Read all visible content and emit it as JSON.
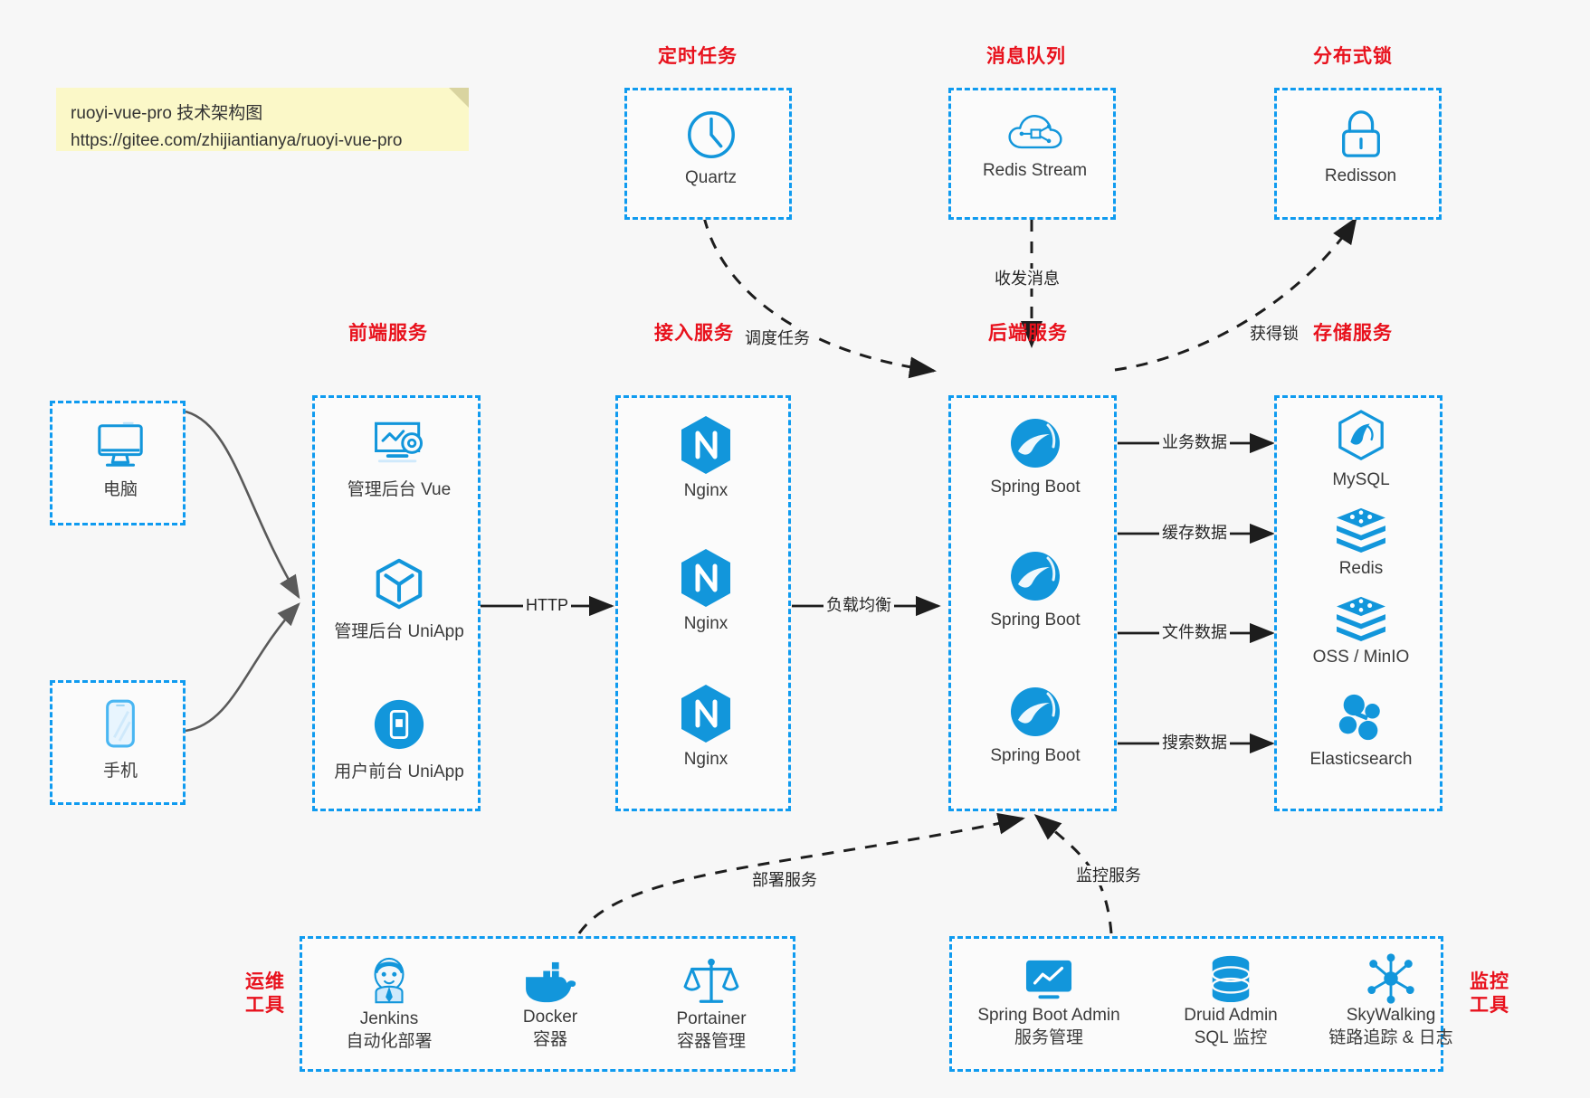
{
  "note": {
    "line1": "ruoyi-vue-pro 技术架构图",
    "line2": "https://gitee.com/zhijiantianya/ruoyi-vue-pro"
  },
  "colors": {
    "accent_blue": "#0f9bf0",
    "title_red": "#e8111c",
    "icon_blue": "#1296db",
    "edge_gray": "#5a5a5a",
    "edge_black": "#222222",
    "note_yellow": "#fbf8c8",
    "canvas": "#f7f7f7"
  },
  "groups": {
    "scheduler": {
      "title": "定时任务"
    },
    "mq": {
      "title": "消息队列"
    },
    "lock": {
      "title": "分布式锁"
    },
    "frontend": {
      "title": "前端服务"
    },
    "gateway": {
      "title": "接入服务"
    },
    "backend": {
      "title": "后端服务"
    },
    "storage": {
      "title": "存储服务"
    },
    "devops": {
      "title": "运维\n工具",
      "title_l1": "运维",
      "title_l2": "工具"
    },
    "monitor": {
      "title": "监控\n工具",
      "title_l1": "监控",
      "title_l2": "工具"
    }
  },
  "nodes": {
    "quartz": {
      "label": "Quartz",
      "icon": "clock-icon"
    },
    "redis_stream": {
      "label": "Redis Stream",
      "icon": "cloud-stream-icon"
    },
    "redisson": {
      "label": "Redisson",
      "icon": "lock-icon"
    },
    "pc": {
      "label": "电脑",
      "icon": "desktop-icon"
    },
    "phone": {
      "label": "手机",
      "icon": "mobile-icon"
    },
    "admin_vue": {
      "label": "管理后台 Vue",
      "icon": "dashboard-gear-icon"
    },
    "admin_uniapp": {
      "label": "管理后台 UniApp",
      "icon": "cube-icon"
    },
    "user_uniapp": {
      "label": "用户前台 UniApp",
      "icon": "app-icon"
    },
    "nginx1": {
      "label": "Nginx",
      "icon": "nginx-icon"
    },
    "nginx2": {
      "label": "Nginx",
      "icon": "nginx-icon"
    },
    "nginx3": {
      "label": "Nginx",
      "icon": "nginx-icon"
    },
    "spring1": {
      "label": "Spring Boot",
      "icon": "spring-icon"
    },
    "spring2": {
      "label": "Spring Boot",
      "icon": "spring-icon"
    },
    "spring3": {
      "label": "Spring Boot",
      "icon": "spring-icon"
    },
    "mysql": {
      "label": "MySQL",
      "icon": "mysql-icon"
    },
    "redis": {
      "label": "Redis",
      "icon": "redis-icon"
    },
    "oss": {
      "label": "OSS / MinIO",
      "icon": "redis-stack-icon"
    },
    "elasticsearch": {
      "label": "Elasticsearch",
      "icon": "elasticsearch-icon"
    },
    "jenkins": {
      "label": "Jenkins",
      "sub": "自动化部署",
      "icon": "jenkins-icon"
    },
    "docker": {
      "label": "Docker",
      "sub": "容器",
      "icon": "docker-icon"
    },
    "portainer": {
      "label": "Portainer",
      "sub": "容器管理",
      "icon": "portainer-icon"
    },
    "sba": {
      "label": "Spring Boot Admin",
      "sub": "服务管理",
      "icon": "monitor-chart-icon"
    },
    "druid": {
      "label": "Druid Admin",
      "sub": "SQL 监控",
      "icon": "database-icon"
    },
    "skywalking": {
      "label": "SkyWalking",
      "sub": "链路追踪 & 日志",
      "icon": "skywalking-icon"
    }
  },
  "edges": {
    "http": "HTTP",
    "load_balance": "负载均衡",
    "schedule_task": "调度任务",
    "send_receive_msg": "收发消息",
    "acquire_lock": "获得锁",
    "business_data": "业务数据",
    "cache_data": "缓存数据",
    "file_data": "文件数据",
    "search_data": "搜索数据",
    "deploy_service": "部署服务",
    "monitor_service": "监控服务"
  }
}
